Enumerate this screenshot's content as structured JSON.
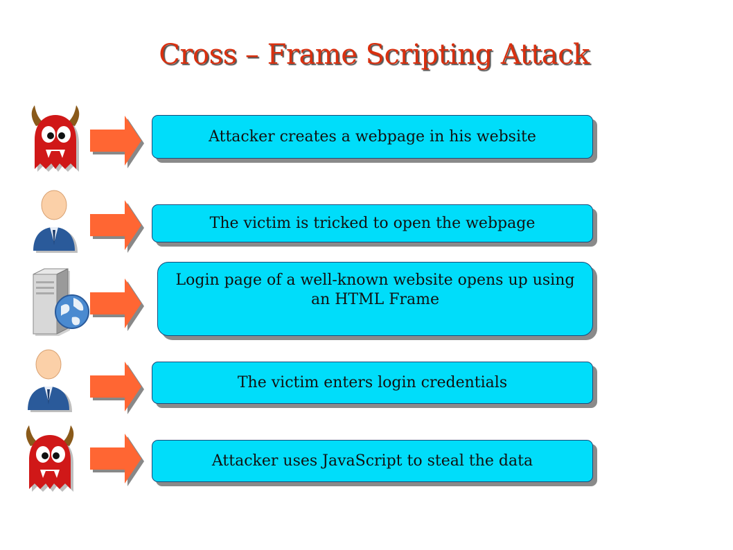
{
  "title": "Cross – Frame Scripting Attack",
  "colors": {
    "title": "#d9300f",
    "box_fill": "#00ddfa",
    "arrow": "#ff6633"
  },
  "steps": [
    {
      "actor": "devil-icon",
      "text": "Attacker creates a webpage in his website"
    },
    {
      "actor": "user-icon",
      "text": "The victim is tricked to open the webpage"
    },
    {
      "actor": "server-globe-icon",
      "text": "Login page of a well-known website opens up using an HTML Frame"
    },
    {
      "actor": "user-icon",
      "text": "The victim enters login credentials"
    },
    {
      "actor": "devil-icon",
      "text": "Attacker uses JavaScript to steal the data"
    }
  ]
}
